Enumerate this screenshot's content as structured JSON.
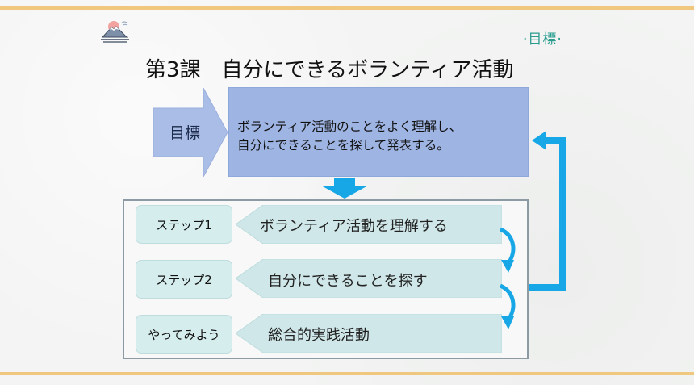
{
  "header": {
    "tag": "·目標·",
    "title": "第3課　自分にできるボランティア活動"
  },
  "goal": {
    "label": "目標",
    "line1": "ボランティア活動のことをよく理解し、",
    "line2": "自分にできることを探して発表する。"
  },
  "steps": [
    {
      "label": "ステップ1",
      "text": "ボランティア活動を理解する"
    },
    {
      "label": "ステップ2",
      "text": "自分にできることを探す"
    },
    {
      "label": "やってみよう",
      "text": "総合的実践活動"
    }
  ],
  "colors": {
    "rule": "#f0c77f",
    "goal_box": "#9eb4e3",
    "goal_arrow": "#a9bde6",
    "step_fill": "#cfe7e8",
    "accent_blue": "#18a7e6",
    "tag_teal": "#2a9d8f"
  },
  "icons": {
    "logo": "mount-fuji-sun-icon"
  }
}
